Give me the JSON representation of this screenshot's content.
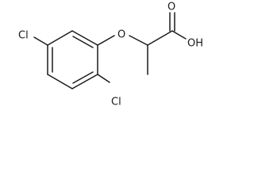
{
  "molecule": {
    "atoms": {
      "cl_top": "Cl",
      "cl_bottom": "Cl",
      "ether_o": "O",
      "carbonyl_o": "O",
      "hydroxyl": "OH"
    }
  }
}
